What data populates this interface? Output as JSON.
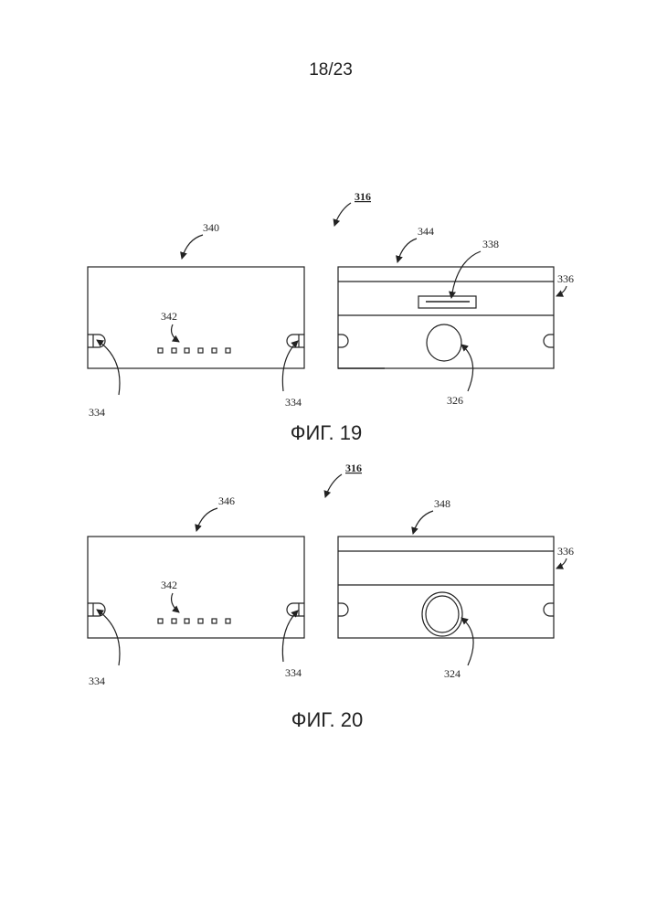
{
  "page_number": "18/23",
  "figures": [
    {
      "caption": "ФИГ. 19",
      "assembly_ref": "316",
      "left_view": {
        "ref": "340",
        "led_ref": "342",
        "clip_ref_left": "334",
        "clip_ref_right": "334"
      },
      "right_view": {
        "ref": "344",
        "slot_ref": "338",
        "rail_ref": "336",
        "button_ref": "326"
      }
    },
    {
      "caption": "ФИГ. 20",
      "assembly_ref": "316",
      "left_view": {
        "ref": "346",
        "led_ref": "342",
        "clip_ref_left": "334",
        "clip_ref_right": "334"
      },
      "right_view": {
        "ref": "348",
        "rail_ref": "336",
        "button_ref": "324"
      }
    }
  ]
}
